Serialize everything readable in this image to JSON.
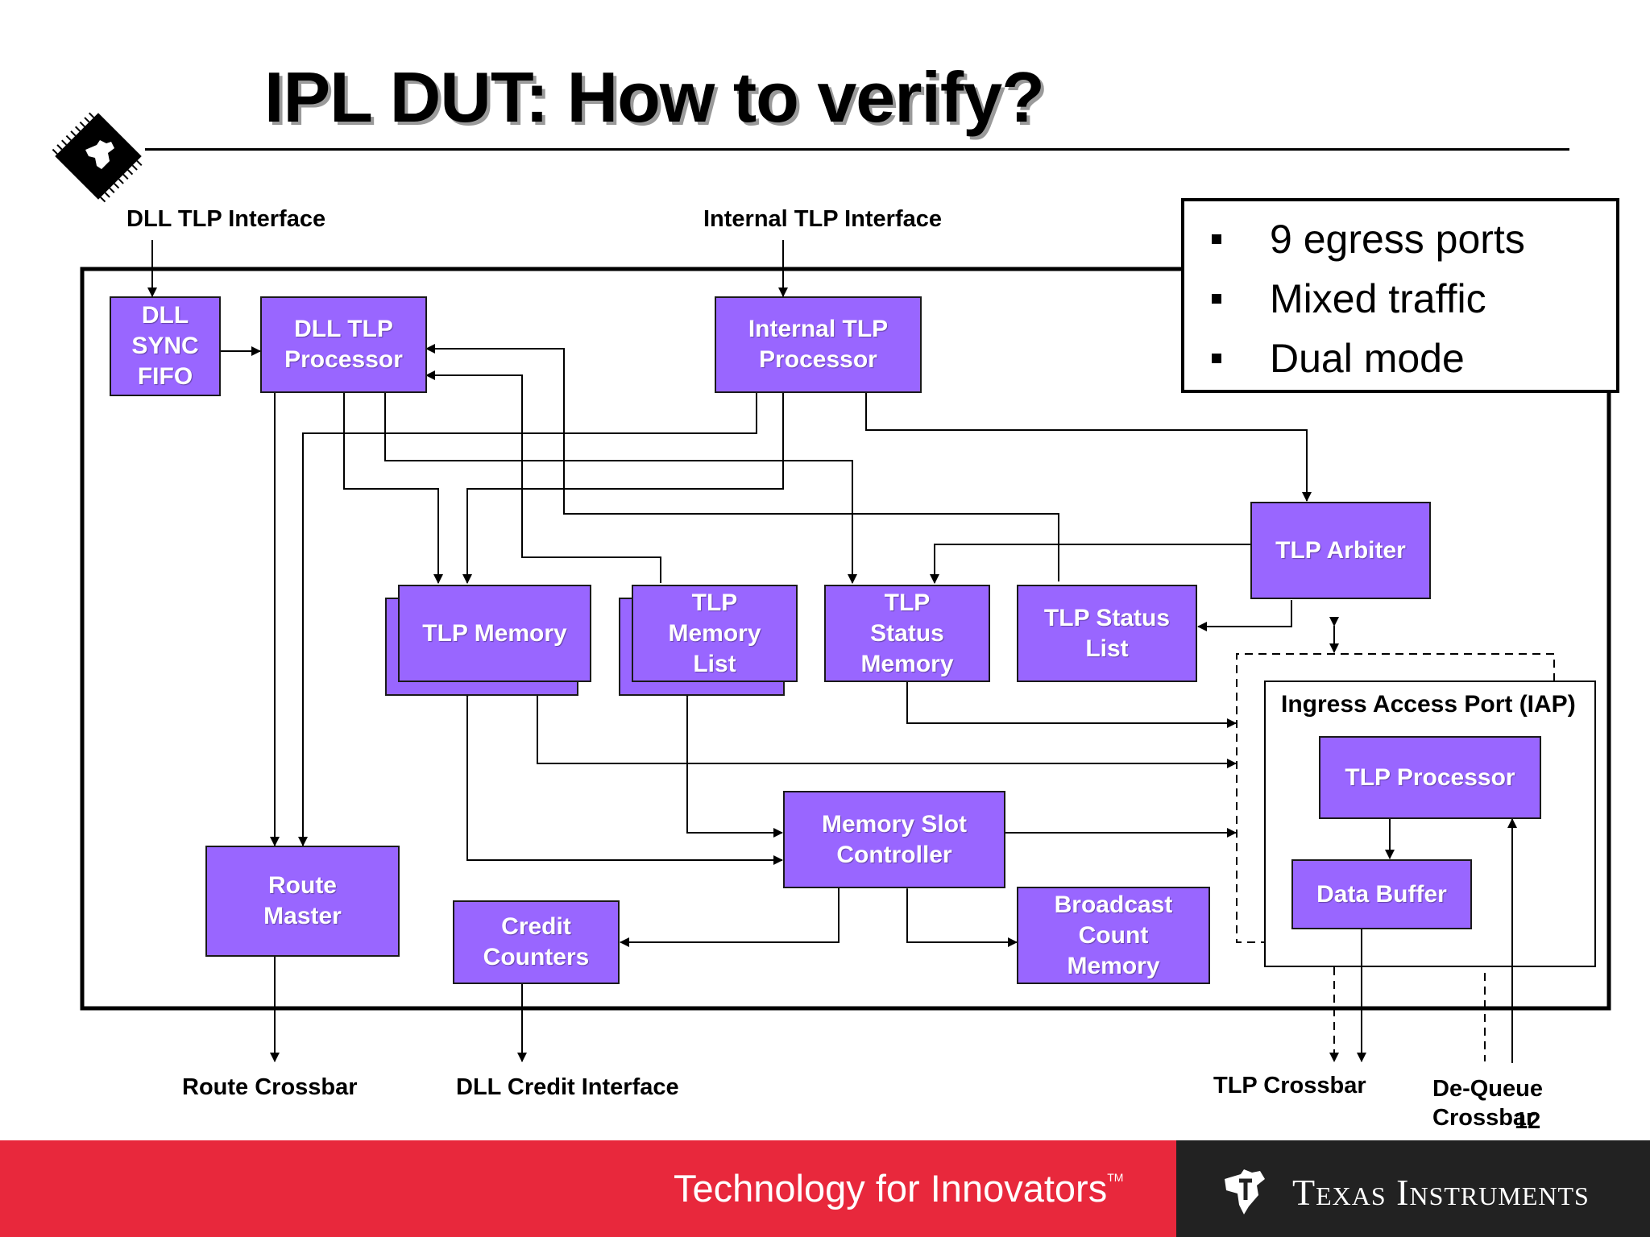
{
  "slide": {
    "title": "IPL DUT: How to verify?",
    "page_number": "12"
  },
  "bullets": [
    "9 egress ports",
    "Mixed traffic",
    "Dual mode"
  ],
  "interfaces": {
    "dll_tlp": "DLL TLP Interface",
    "internal_tlp": "Internal TLP Interface",
    "route_crossbar": "Route Crossbar",
    "dll_credit": "DLL Credit Interface",
    "tlp_crossbar": "TLP Crossbar",
    "dequeue_crossbar": "De-Queue\nCrossbar"
  },
  "blocks": {
    "dll_sync_fifo": "DLL\nSYNC\nFIFO",
    "dll_tlp_processor": "DLL TLP\nProcessor",
    "internal_tlp_processor": "Internal TLP\nProcessor",
    "tlp_arbiter": "TLP Arbiter",
    "tlp_memory": "TLP Memory",
    "tlp_memory_list": "TLP\nMemory\nList",
    "tlp_status_memory": "TLP\nStatus\nMemory",
    "tlp_status_list": "TLP Status\nList",
    "memory_slot_controller": "Memory Slot\nController",
    "route_master": "Route\nMaster",
    "credit_counters": "Credit\nCounters",
    "broadcast_count_memory": "Broadcast\nCount\nMemory",
    "iap_title": "Ingress Access Port (IAP)",
    "iap_tlp_processor": "TLP Processor",
    "iap_data_buffer": "Data Buffer"
  },
  "footer": {
    "tagline": "Technology for Innovators",
    "tagline_mark": "TM",
    "brand": "Texas Instruments"
  },
  "colors": {
    "block_fill": "#9966ff",
    "footer_red": "#e8283c",
    "footer_dark": "#222222"
  },
  "icons": [
    "ti-chip-icon",
    "ti-logo-icon"
  ]
}
